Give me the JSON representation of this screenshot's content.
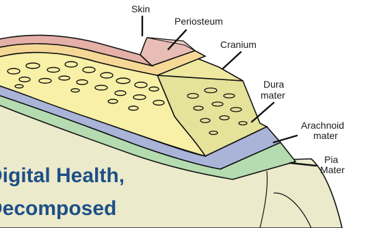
{
  "diagram": {
    "labels": {
      "skin": "Skin",
      "periosteum": "Periosteum",
      "cranium": "Cranium",
      "dura_line1": "Dura",
      "dura_line2": "mater",
      "arachnoid_line1": "Arachnoid",
      "arachnoid_line2": "mater",
      "pia_line1": "Pia",
      "pia_line2": "Mater"
    },
    "overlay": {
      "line1": "Digital Health,",
      "line2": "Decomposed"
    },
    "colors": {
      "skin": "#e4b0a8",
      "periosteum": "#f6d896",
      "cranium": "#f7f0a6",
      "cranium_side": "#e5e29a",
      "dura": "#a9b4d8",
      "arachnoid": "#b4dcb0",
      "pia": "#ebeacb",
      "outline": "#111111",
      "overlay_text": "#1e4f87"
    }
  }
}
